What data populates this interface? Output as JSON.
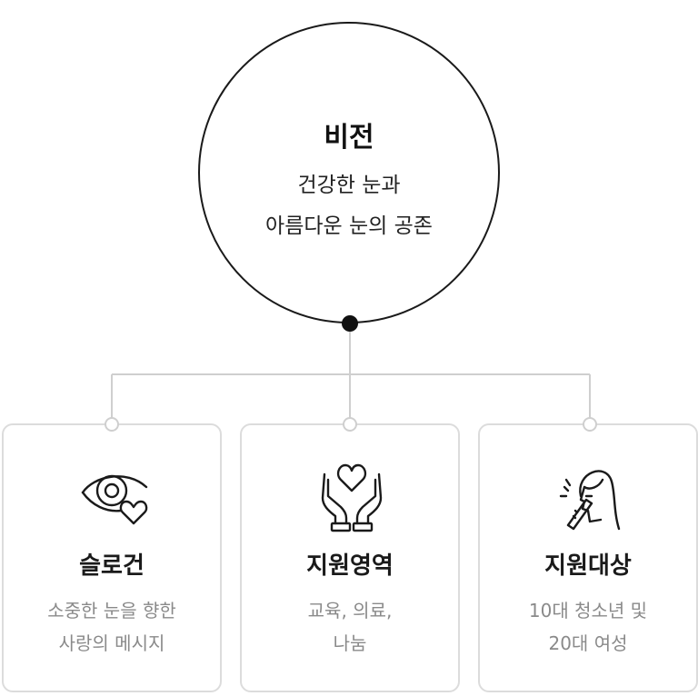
{
  "vision": {
    "title": "비전",
    "line1": "건강한 눈과",
    "line2": "아름다운 눈의 공존"
  },
  "cards": [
    {
      "icon": "eye-heart-icon",
      "title": "슬로건",
      "desc1": "소중한 눈을 향한",
      "desc2": "사랑의 메시지"
    },
    {
      "icon": "hands-heart-icon",
      "title": "지원영역",
      "desc1": "교육, 의료,",
      "desc2": "나눔"
    },
    {
      "icon": "eye-drop-person-icon",
      "title": "지원대상",
      "desc1": "10대 청소년 및",
      "desc2": "20대 여성"
    }
  ],
  "colors": {
    "circle_border": "#1a1a1a",
    "connector": "#cfcfcf",
    "card_border": "#dcdcdc",
    "desc_text": "#8a8a8a"
  }
}
